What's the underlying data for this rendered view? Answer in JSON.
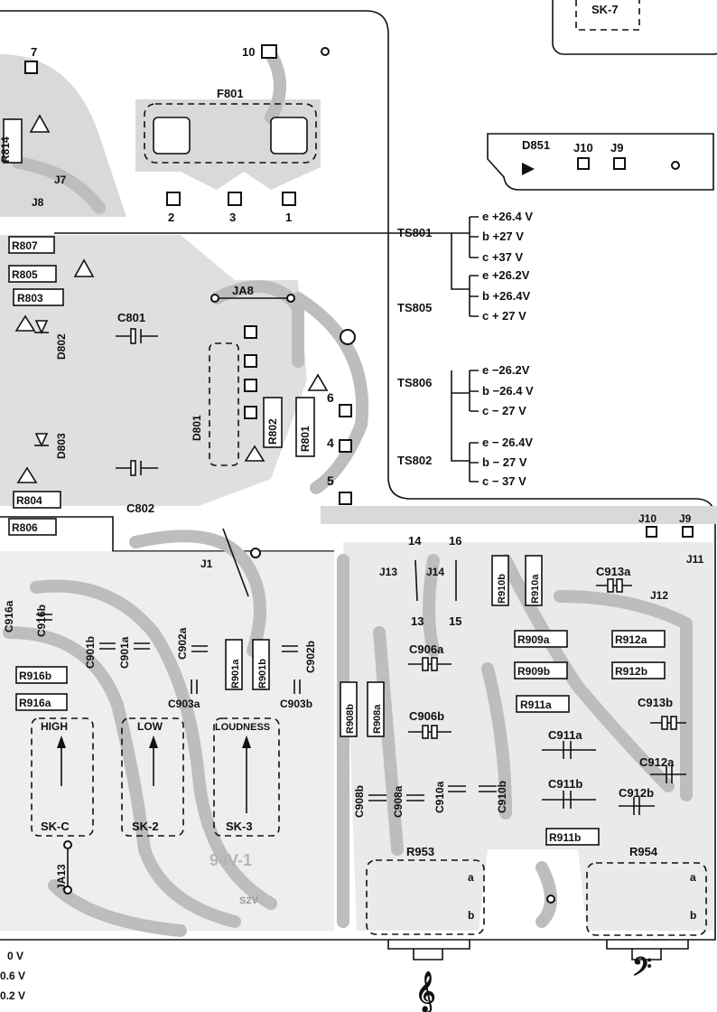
{
  "board": {
    "marking": "94V-1",
    "marking2": "S2V"
  },
  "connectors": {
    "sk7": "SK-7",
    "sk_c": "SK-C",
    "sk2": "SK-2",
    "sk3": "SK-3",
    "high": "HIGH",
    "low": "LOW",
    "loudness": "LOUDNESS"
  },
  "fuse": {
    "label": "F801",
    "pins": [
      "2",
      "3",
      "1"
    ]
  },
  "small_board": {
    "d851": "D851",
    "j10": "J10",
    "j9": "J9"
  },
  "pins": {
    "p7": "7",
    "p10": "10",
    "p6": "6",
    "p4": "4",
    "p5": "5",
    "p14": "14",
    "p16": "16",
    "p13": "13",
    "p15": "15"
  },
  "components": {
    "r814": "R814",
    "r807": "R807",
    "r805": "R805",
    "r803": "R803",
    "r804": "R804",
    "r806": "R806",
    "r802": "R802",
    "r801": "R801",
    "c801": "C801",
    "c802": "C802",
    "d802": "D802",
    "d803": "D803",
    "d801": "D801",
    "ja8": "JA8",
    "j7": "J7",
    "j8": "J8",
    "j1": "J1",
    "j13": "J13",
    "j14": "J14",
    "j11": "J11",
    "j12": "J12",
    "j10b": "J10",
    "j9b": "J9",
    "ja13": "JA13",
    "c916a": "C916a",
    "c916b": "C916b",
    "c901b": "C901b",
    "c901a": "C901a",
    "c902a": "C902a",
    "c902b": "C902b",
    "r901a": "R901a",
    "r901b": "R901b",
    "c903a": "C903a",
    "c903b": "C903b",
    "r916b": "R916b",
    "r916a": "R916a",
    "r908b": "R908b",
    "r908a": "R908a",
    "c906a": "C906a",
    "c906b": "C906b",
    "c908b": "C908b",
    "c908a": "C908a",
    "c910a": "C910a",
    "c910b": "C910b",
    "r910b": "R910b",
    "r910a": "R910a",
    "r909a": "R909a",
    "r909b": "R909b",
    "r911a": "R911a",
    "r912a": "R912a",
    "r912b": "R912b",
    "c913a": "C913a",
    "c913b": "C913b",
    "c911a": "C911a",
    "c911b": "C911b",
    "c912a": "C912a",
    "c912b": "C912b",
    "r911b": "R911b",
    "r953": "R953",
    "r954": "R954",
    "pa": "a",
    "pb": "b",
    "qa": "a",
    "qb": "b"
  },
  "voltage_table": {
    "ts801": {
      "name": "TS801",
      "rows": [
        "e  +26.4 V",
        "b  +27  V",
        "c  +37  V"
      ]
    },
    "ts805": {
      "name": "TS805",
      "rows": [
        "e  +26.2V",
        "b  +26.4V",
        "c  + 27  V"
      ]
    },
    "ts806": {
      "name": "TS806",
      "rows": [
        "e  −26.2V",
        "b  −26.4 V",
        "c  − 27  V"
      ]
    },
    "ts802": {
      "name": "TS802",
      "rows": [
        "e  − 26.4V",
        "b − 27  V",
        "c  − 37  V"
      ]
    }
  },
  "bottom_left": [
    "0 V",
    "0.6 V",
    "0.2 V"
  ],
  "icons": [
    "warning-triangle-icon",
    "treble-clef-icon",
    "bass-clef-icon"
  ]
}
